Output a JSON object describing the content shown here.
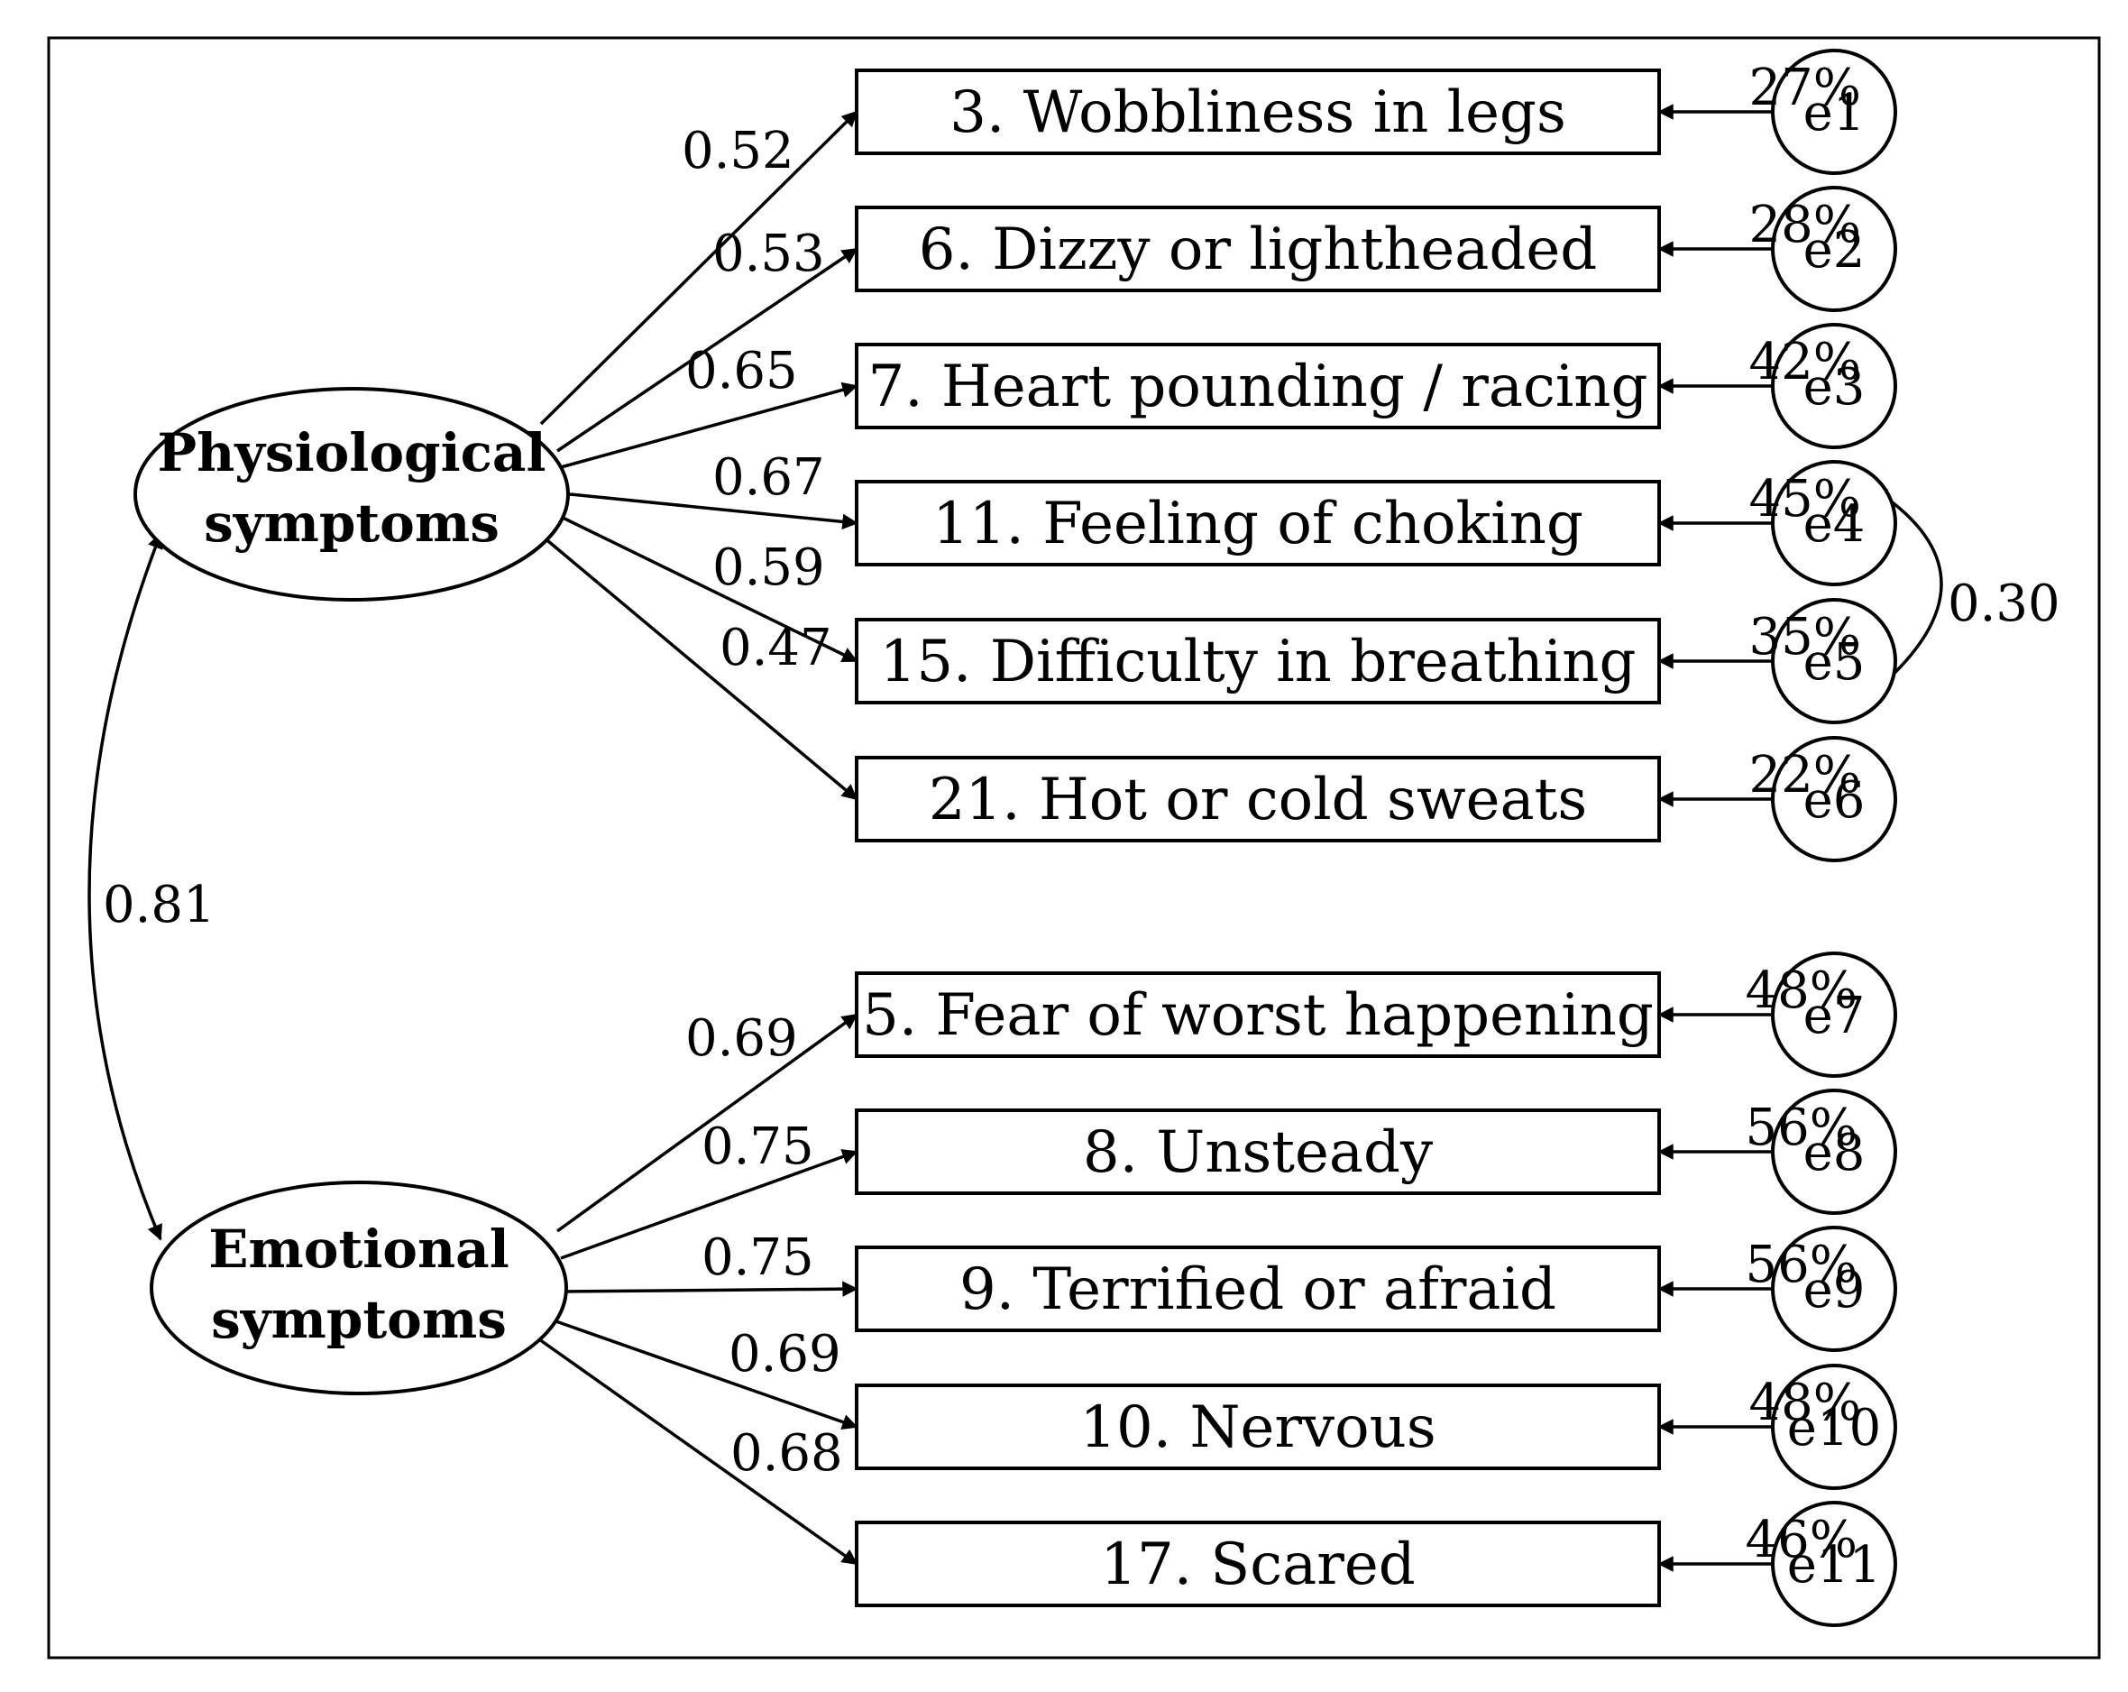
{
  "factors": [
    {
      "line1": "Physiological",
      "line2": "symptoms"
    },
    {
      "line1": "Emotional",
      "line2": "symptoms"
    }
  ],
  "factor_correlation": "0.81",
  "items": [
    {
      "label": "3. Wobbliness in legs",
      "loading": "0.52",
      "r2": "27%",
      "error": "e1",
      "factor": 0
    },
    {
      "label": "6. Dizzy or lightheaded",
      "loading": "0.53",
      "r2": "28%",
      "error": "e2",
      "factor": 0
    },
    {
      "label": "7. Heart pounding / racing",
      "loading": "0.65",
      "r2": "42%",
      "error": "e3",
      "factor": 0
    },
    {
      "label": "11. Feeling of choking",
      "loading": "0.67",
      "r2": "45%",
      "error": "e4",
      "factor": 0
    },
    {
      "label": "15. Difficulty in breathing",
      "loading": "0.59",
      "r2": "35%",
      "error": "e5",
      "factor": 0
    },
    {
      "label": "21. Hot or cold sweats",
      "loading": "0.47",
      "r2": "22%",
      "error": "e6",
      "factor": 0
    },
    {
      "label": "5. Fear of worst happening",
      "loading": "0.69",
      "r2": "48%",
      "error": "e7",
      "factor": 1
    },
    {
      "label": "8. Unsteady",
      "loading": "0.75",
      "r2": "56%",
      "error": "e8",
      "factor": 1
    },
    {
      "label": "9. Terrified or afraid",
      "loading": "0.75",
      "r2": "56%",
      "error": "e9",
      "factor": 1
    },
    {
      "label": "10. Nervous",
      "loading": "0.69",
      "r2": "48%",
      "error": "e10",
      "factor": 1
    },
    {
      "label": "17. Scared",
      "loading": "0.68",
      "r2": "46%",
      "error": "e11",
      "factor": 1
    }
  ],
  "error_covariance": {
    "between": [
      "e4",
      "e5"
    ],
    "value": "0.30"
  }
}
